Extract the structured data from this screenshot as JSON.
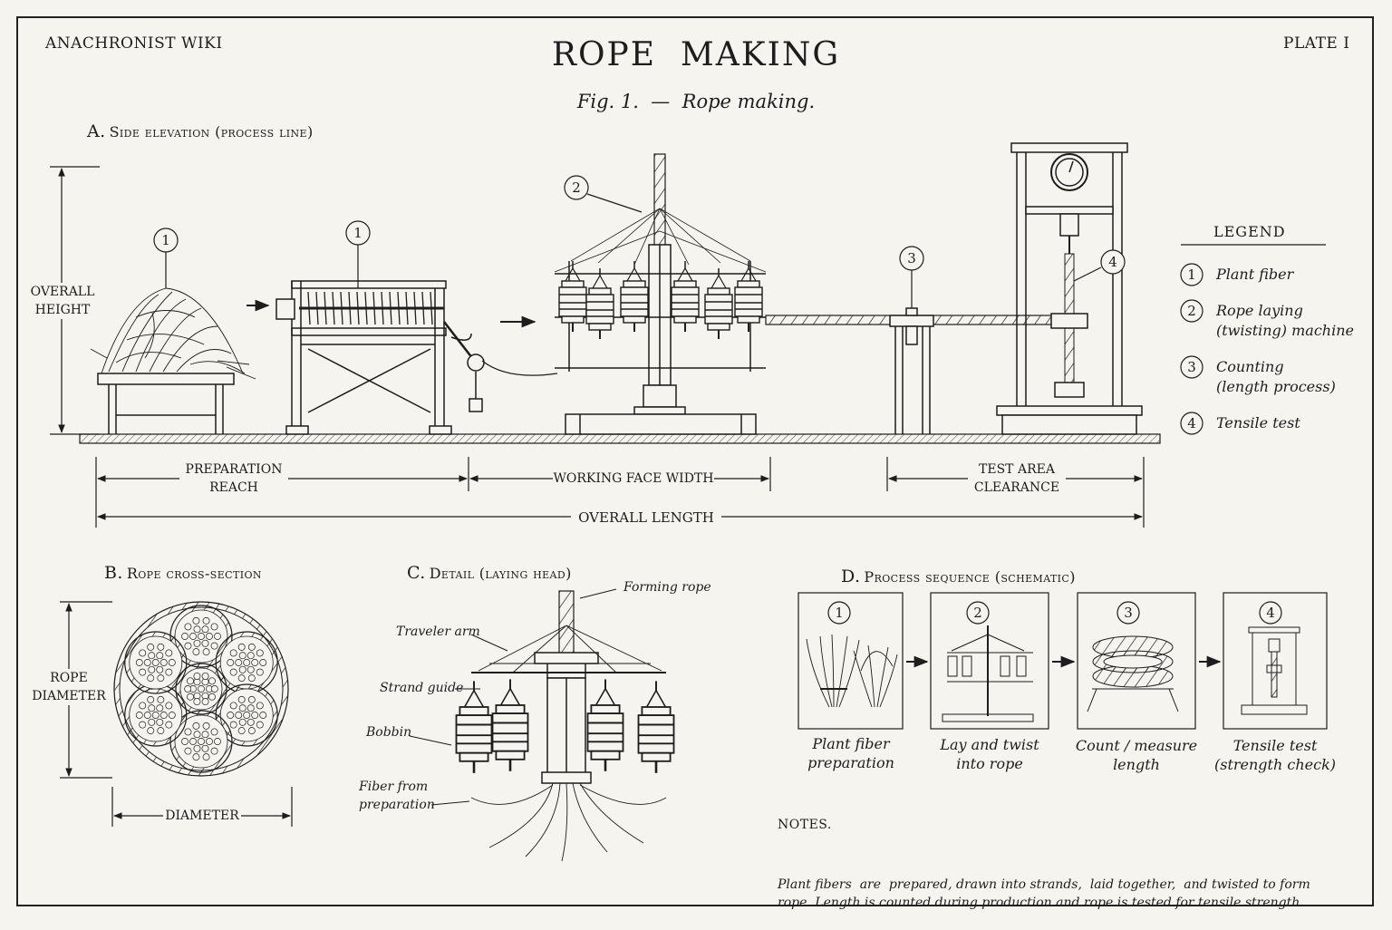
{
  "header": {
    "wiki": "ANACHRONIST WIKI",
    "title": "ROPE  MAKING",
    "plate": "PLATE I",
    "figure_caption": "Fig. 1.  —  Rope making."
  },
  "section_a": {
    "letter": "A.",
    "title": "Side elevation (process line)",
    "callouts": [
      "1",
      "1",
      "2",
      "3",
      "4"
    ],
    "dimensions": {
      "overall_height": [
        "OVERALL",
        "HEIGHT"
      ],
      "preparation_reach": [
        "PREPARATION",
        "REACH"
      ],
      "working_face_width": "WORKING FACE WIDTH",
      "test_area_clearance": [
        "TEST AREA",
        "CLEARANCE"
      ],
      "overall_length": "OVERALL LENGTH"
    }
  },
  "legend": {
    "title": "LEGEND",
    "items": [
      {
        "num": "1",
        "lines": [
          "Plant fiber"
        ]
      },
      {
        "num": "2",
        "lines": [
          "Rope laying",
          "(twisting) machine"
        ]
      },
      {
        "num": "3",
        "lines": [
          "Counting",
          "(length process)"
        ]
      },
      {
        "num": "4",
        "lines": [
          "Tensile test"
        ]
      }
    ]
  },
  "section_b": {
    "letter": "B.",
    "title": "Rope cross-section",
    "rope_diameter": [
      "ROPE",
      "DIAMETER"
    ],
    "diameter": "DIAMETER"
  },
  "section_c": {
    "letter": "C.",
    "title": "Detail (laying head)",
    "labels": {
      "forming_rope": "Forming rope",
      "traveler_arm": "Traveler arm",
      "strand_guide": "Strand guide",
      "bobbin": "Bobbin",
      "fiber_from_preparation": [
        "Fiber from",
        "preparation"
      ]
    }
  },
  "section_d": {
    "letter": "D.",
    "title": "Process sequence (schematic)",
    "steps": [
      {
        "num": "1",
        "caption": [
          "Plant fiber",
          "preparation"
        ]
      },
      {
        "num": "2",
        "caption": [
          "Lay and twist",
          "into rope"
        ]
      },
      {
        "num": "3",
        "caption": [
          "Count / measure",
          "length"
        ]
      },
      {
        "num": "4",
        "caption": [
          "Tensile test",
          "(strength check)"
        ]
      }
    ]
  },
  "notes": {
    "title": "NOTES.",
    "lines": [
      "Plant fibers  are  prepared, drawn into strands,  laid together,  and twisted to form",
      "rope. Length is counted during production and rope is tested for tensile strength."
    ]
  },
  "colors": {
    "ink": "#1d1d1d",
    "paper": "#f6f4ee"
  }
}
